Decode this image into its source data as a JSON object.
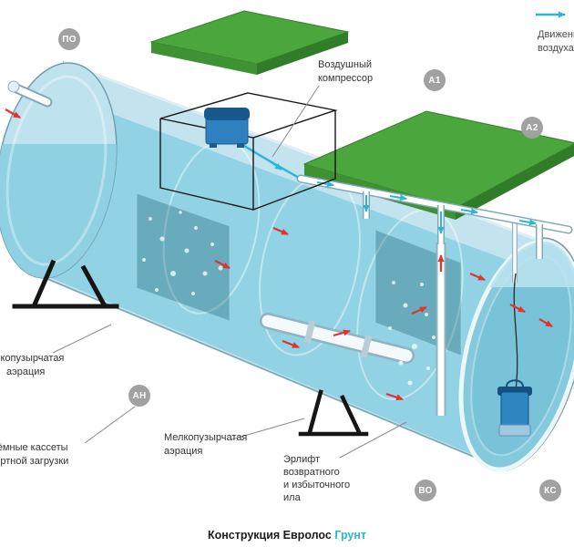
{
  "caption": {
    "main": "Конструкция Евролос",
    "brand": "Грунт"
  },
  "legend": {
    "air_flow_line1": "Движение",
    "air_flow_line2": "воздуха"
  },
  "labels": {
    "compressor_line1": "Воздушный",
    "compressor_line2": "компрессор",
    "aeration_left_line1": "Мелкопузырчатая",
    "aeration_left_line2": "аэрация",
    "cassettes_line1": "Съёмные кассеты",
    "cassettes_line2": "инертной загрузки",
    "aeration_mid_line1": "Мелкопузырчатая",
    "aeration_mid_line2": "аэрация",
    "airlift_line1": "Эрлифт",
    "airlift_line2": "возвратного",
    "airlift_line3": "и избыточного",
    "airlift_line4": "ила"
  },
  "badges": [
    {
      "label": "ПО"
    },
    {
      "label": "А1"
    },
    {
      "label": "А2"
    },
    {
      "label": "АН"
    },
    {
      "label": "ВО"
    },
    {
      "label": "КС"
    }
  ],
  "colors": {
    "accent_cyan": "#29b6d8",
    "flow_red": "#e0342f",
    "lid_green_top": "#4ca63e",
    "lid_green_side": "#317c28",
    "tank_shell": "#c3e4ef",
    "water": "#8ccfe2",
    "badge_gray": "#a1a1a1",
    "caption_brand": "#29b6d8"
  },
  "icons": {
    "air_flow_arrow": "cyan-right-arrow",
    "flow_arrow": "red-flow-arrow"
  }
}
